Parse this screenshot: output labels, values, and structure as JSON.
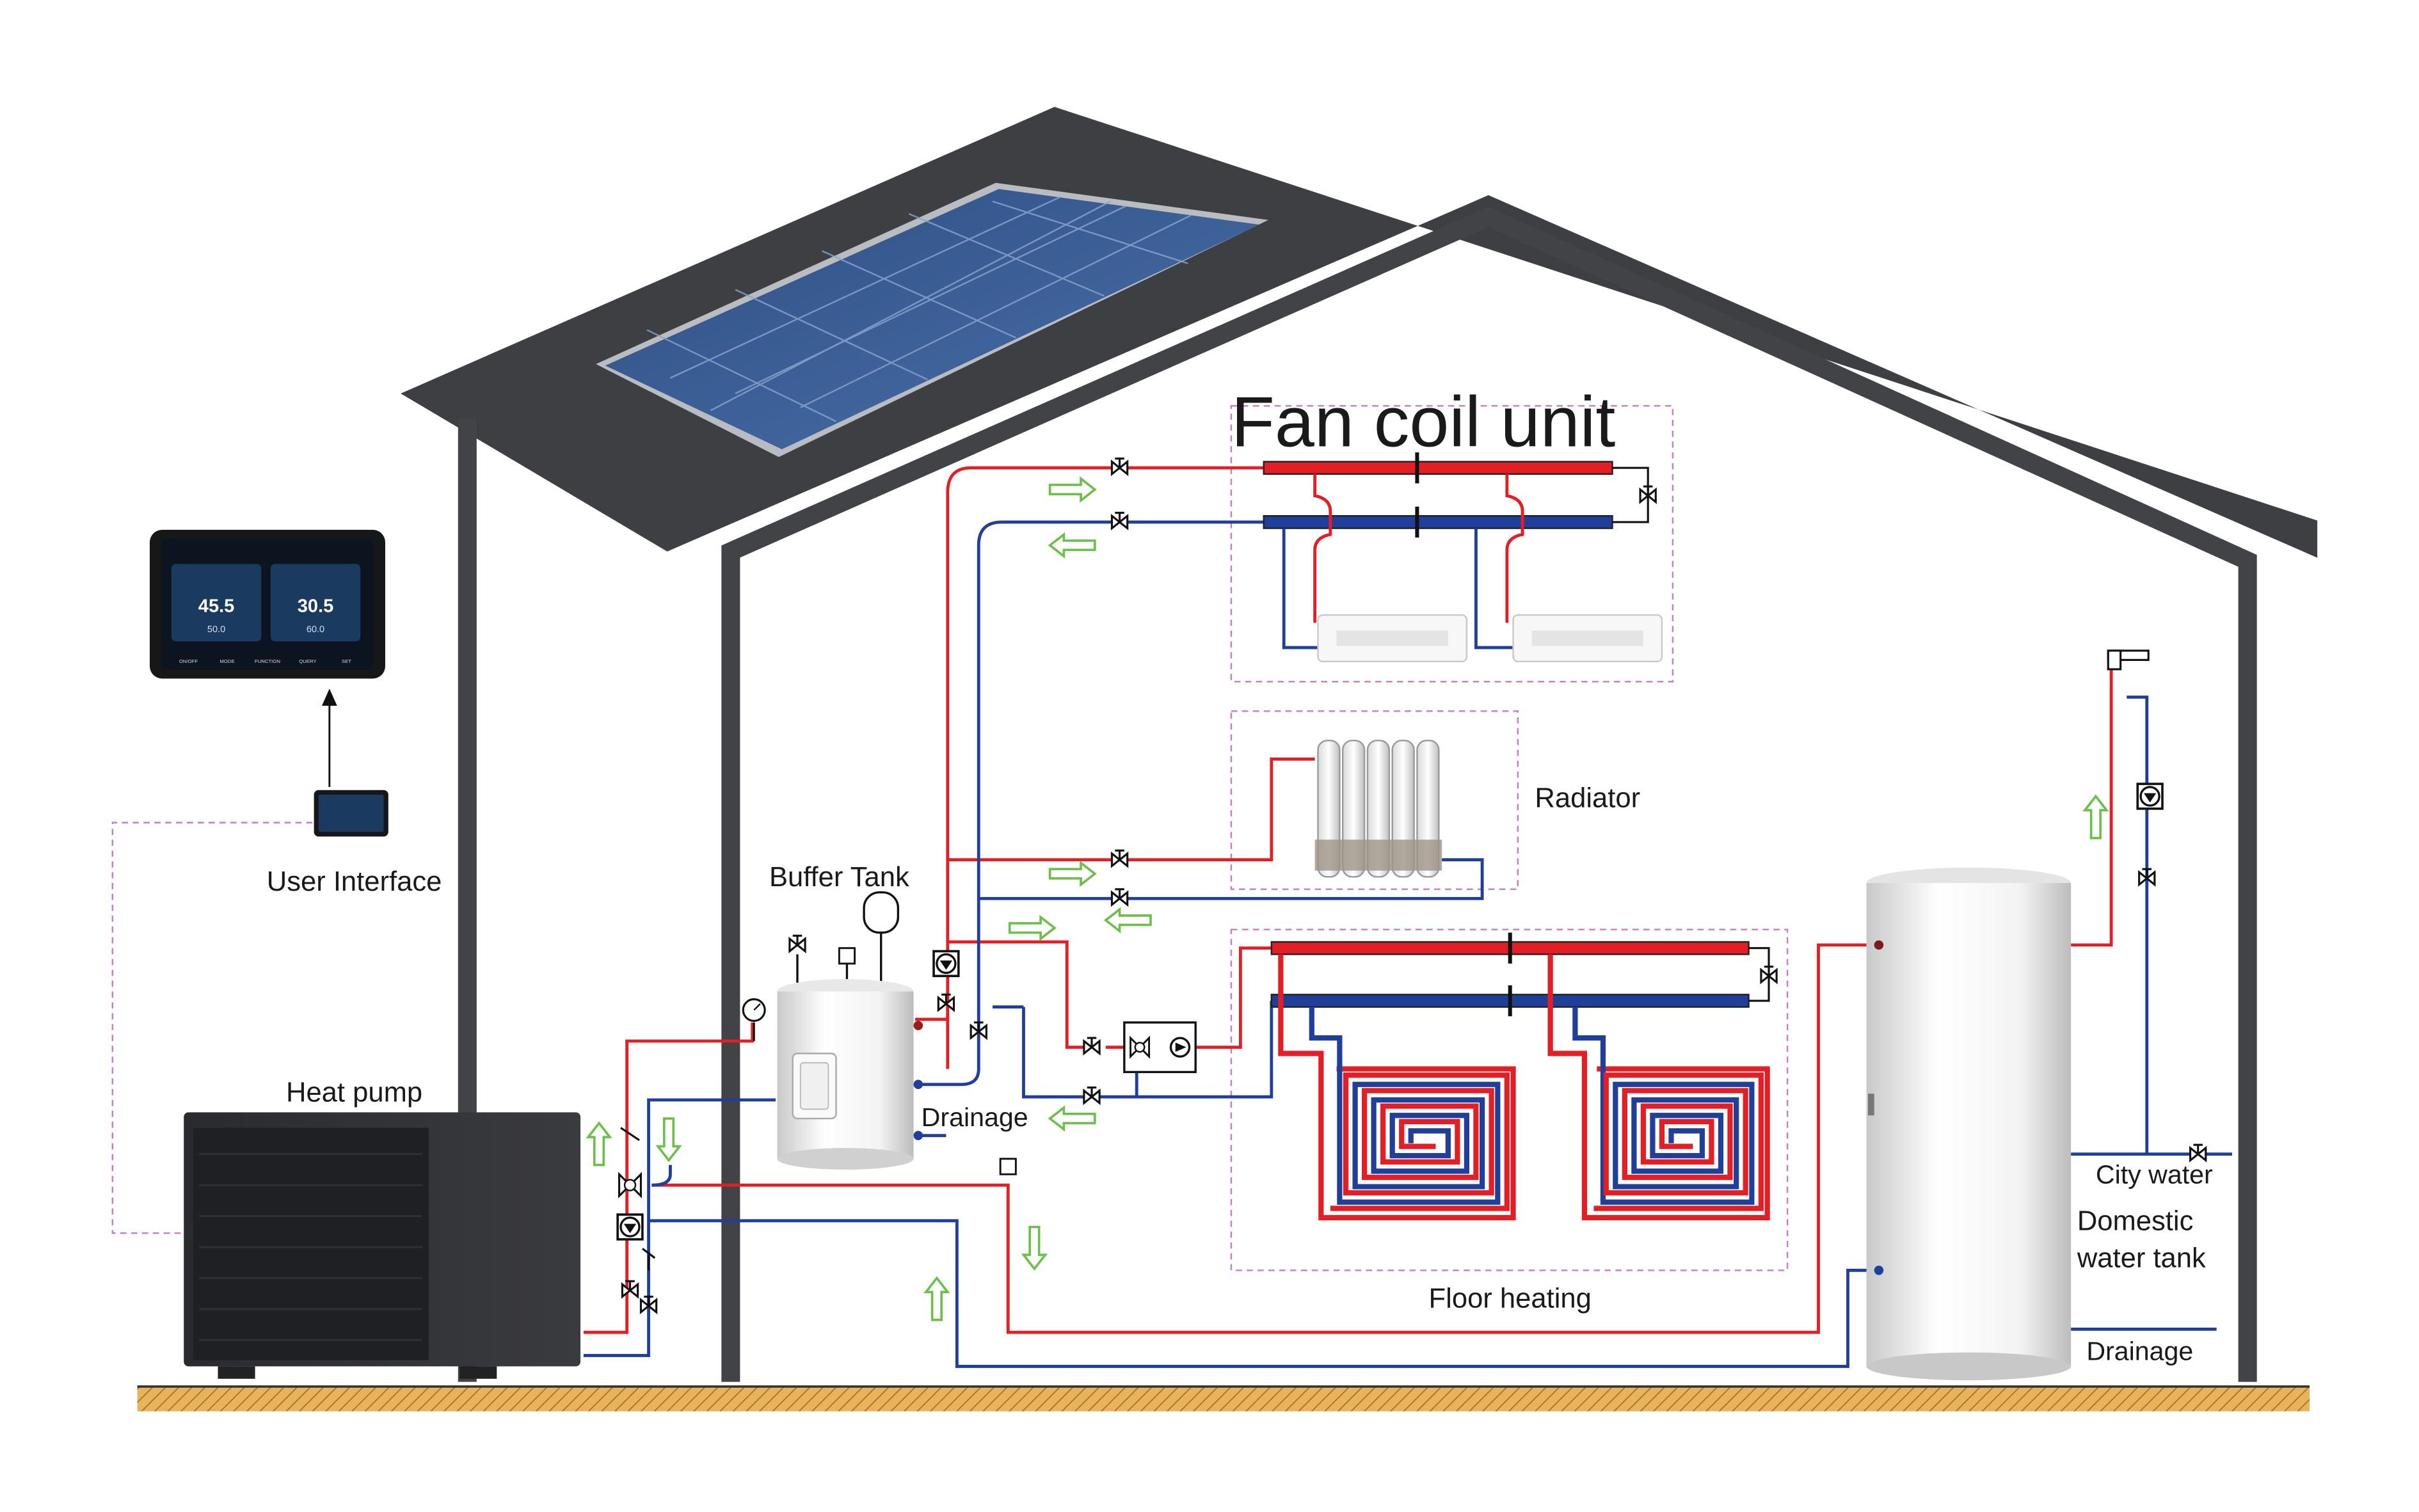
{
  "labels": {
    "fan_coil_unit": "Fan coil unit",
    "radiator": "Radiator",
    "floor_heating": "Floor heating",
    "buffer_tank": "Buffer Tank",
    "user_interface": "User Interface",
    "heat_pump": "Heat pump",
    "drainage_buffer": "Drainage",
    "city_water": "City water",
    "domestic_water_tank_line1": "Domestic",
    "domestic_water_tank_line2": "water tank",
    "drainage_tank": "Drainage"
  },
  "controller_screen": {
    "left_temp": "45.5",
    "left_sub": "50.0",
    "right_temp": "30.5",
    "right_sub": "60.0",
    "buttons": [
      "ON/OFF",
      "MODE",
      "FUNCTION",
      "QUERY",
      "SET"
    ]
  },
  "colors": {
    "supply_pipe": "#e31e24",
    "return_pipe": "#1f3f9a",
    "flow_arrow": "#6cc04a",
    "house_outline": "#414347",
    "roof": "#3d3f43",
    "dashed_box": "#c77dc5",
    "ground": "#e8b35a"
  },
  "icons": {
    "solar_panel": "solar-panel-icon",
    "valve": "valve-icon",
    "pump": "pump-icon",
    "expansion_vessel": "expansion-vessel-icon",
    "pressure_gauge": "pressure-gauge-icon",
    "faucet": "faucet-icon",
    "flow_arrow": "green-arrow-icon"
  }
}
